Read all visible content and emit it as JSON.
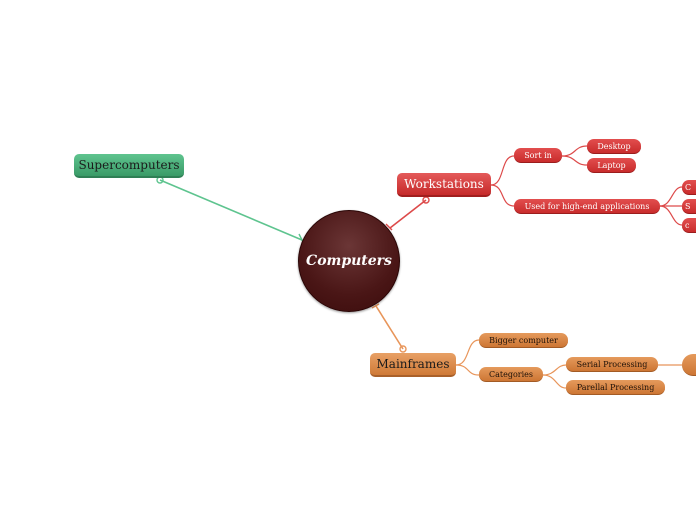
{
  "central": {
    "label": "Computers"
  },
  "branches": {
    "supercomputers": {
      "label": "Supercomputers",
      "color": "#4cae7a"
    },
    "workstations": {
      "label": "Workstations",
      "color": "#d23a3a",
      "sort_in": {
        "label": "Sort in",
        "children": [
          "Desktop",
          "Laptop"
        ]
      },
      "high_end": {
        "label": "Used for high-end applications",
        "children": [
          "C",
          "S",
          "c"
        ]
      }
    },
    "mainframes": {
      "label": "Mainframes",
      "color": "#e08a4a",
      "bigger": {
        "label": "Bigger computer"
      },
      "categories": {
        "label": "Categories",
        "children": [
          "Serial Processing",
          "Parellal Processing"
        ]
      }
    }
  }
}
